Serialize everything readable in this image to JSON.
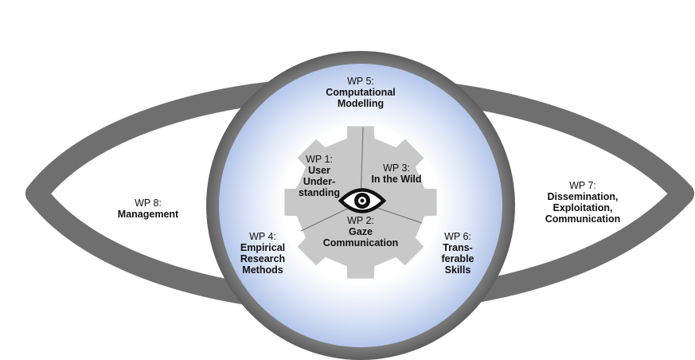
{
  "colors": {
    "eye_outline": "#6f6f6f",
    "iris_glow": "#b8c9ec",
    "gear": "#c8c8c8",
    "gear_lines": "#7a7a7a",
    "pupil_icon": "#111111"
  },
  "icons": {
    "center": "eye-icon"
  },
  "work_packages": {
    "wp1": {
      "number": "WP 1:",
      "name": "User\nUnder-\nstanding"
    },
    "wp2": {
      "number": "WP 2:",
      "name": "Gaze\nCommunication"
    },
    "wp3": {
      "number": "WP 3:",
      "name": "In the Wild"
    },
    "wp4": {
      "number": "WP 4:",
      "name": "Empirical\nResearch\nMethods"
    },
    "wp5": {
      "number": "WP 5:",
      "name": "Computational\nModelling"
    },
    "wp6": {
      "number": "WP 6:",
      "name": "Trans-\nferable\nSkills"
    },
    "wp7": {
      "number": "WP 7:",
      "name": "Dissemination,\nExploitation,\nCommunication"
    },
    "wp8": {
      "number": "WP 8:",
      "name": "Management"
    }
  }
}
